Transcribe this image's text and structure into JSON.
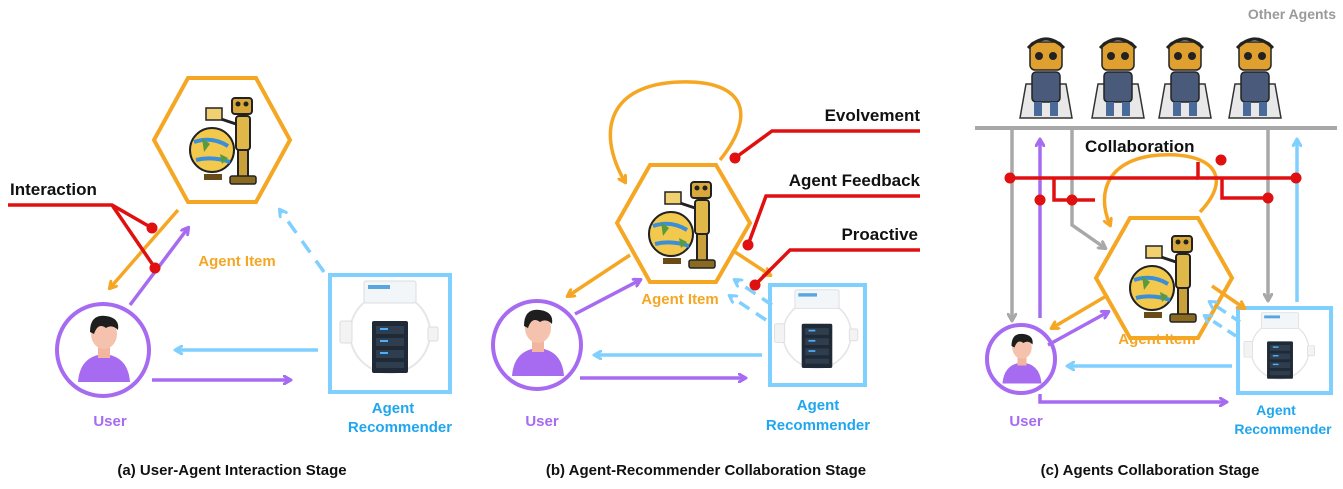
{
  "panels": {
    "a": {
      "caption": "(a) User-Agent Interaction Stage",
      "interaction": "Interaction",
      "agent_item": "Agent Item",
      "user": "User",
      "recommender_line1": "Agent",
      "recommender_line2": "Recommender"
    },
    "b": {
      "caption": "(b) Agent-Recommender Collaboration Stage",
      "evolvement": "Evolvement",
      "agent_feedback": "Agent Feedback",
      "proactive": "Proactive",
      "agent_item": "Agent Item",
      "user": "User",
      "recommender_line1": "Agent",
      "recommender_line2": "Recommender"
    },
    "c": {
      "caption": "(c) Agents Collaboration Stage",
      "other_agents": "Other Agents",
      "collaboration": "Collaboration",
      "agent_item": "Agent Item",
      "user": "User",
      "recommender_line1": "Agent",
      "recommender_line2": "Recommender"
    }
  },
  "colors": {
    "orange": "#f5a623",
    "purple": "#a66bf0",
    "blue": "#7fcfff",
    "blue_text": "#1fa6ef",
    "red": "#e01010",
    "gray": "#a8a8a8",
    "label_gray": "#9a9a9a"
  },
  "icons": [
    "robot-agent-icon",
    "user-avatar-icon",
    "server-recommender-icon",
    "robot-audience-icon"
  ]
}
